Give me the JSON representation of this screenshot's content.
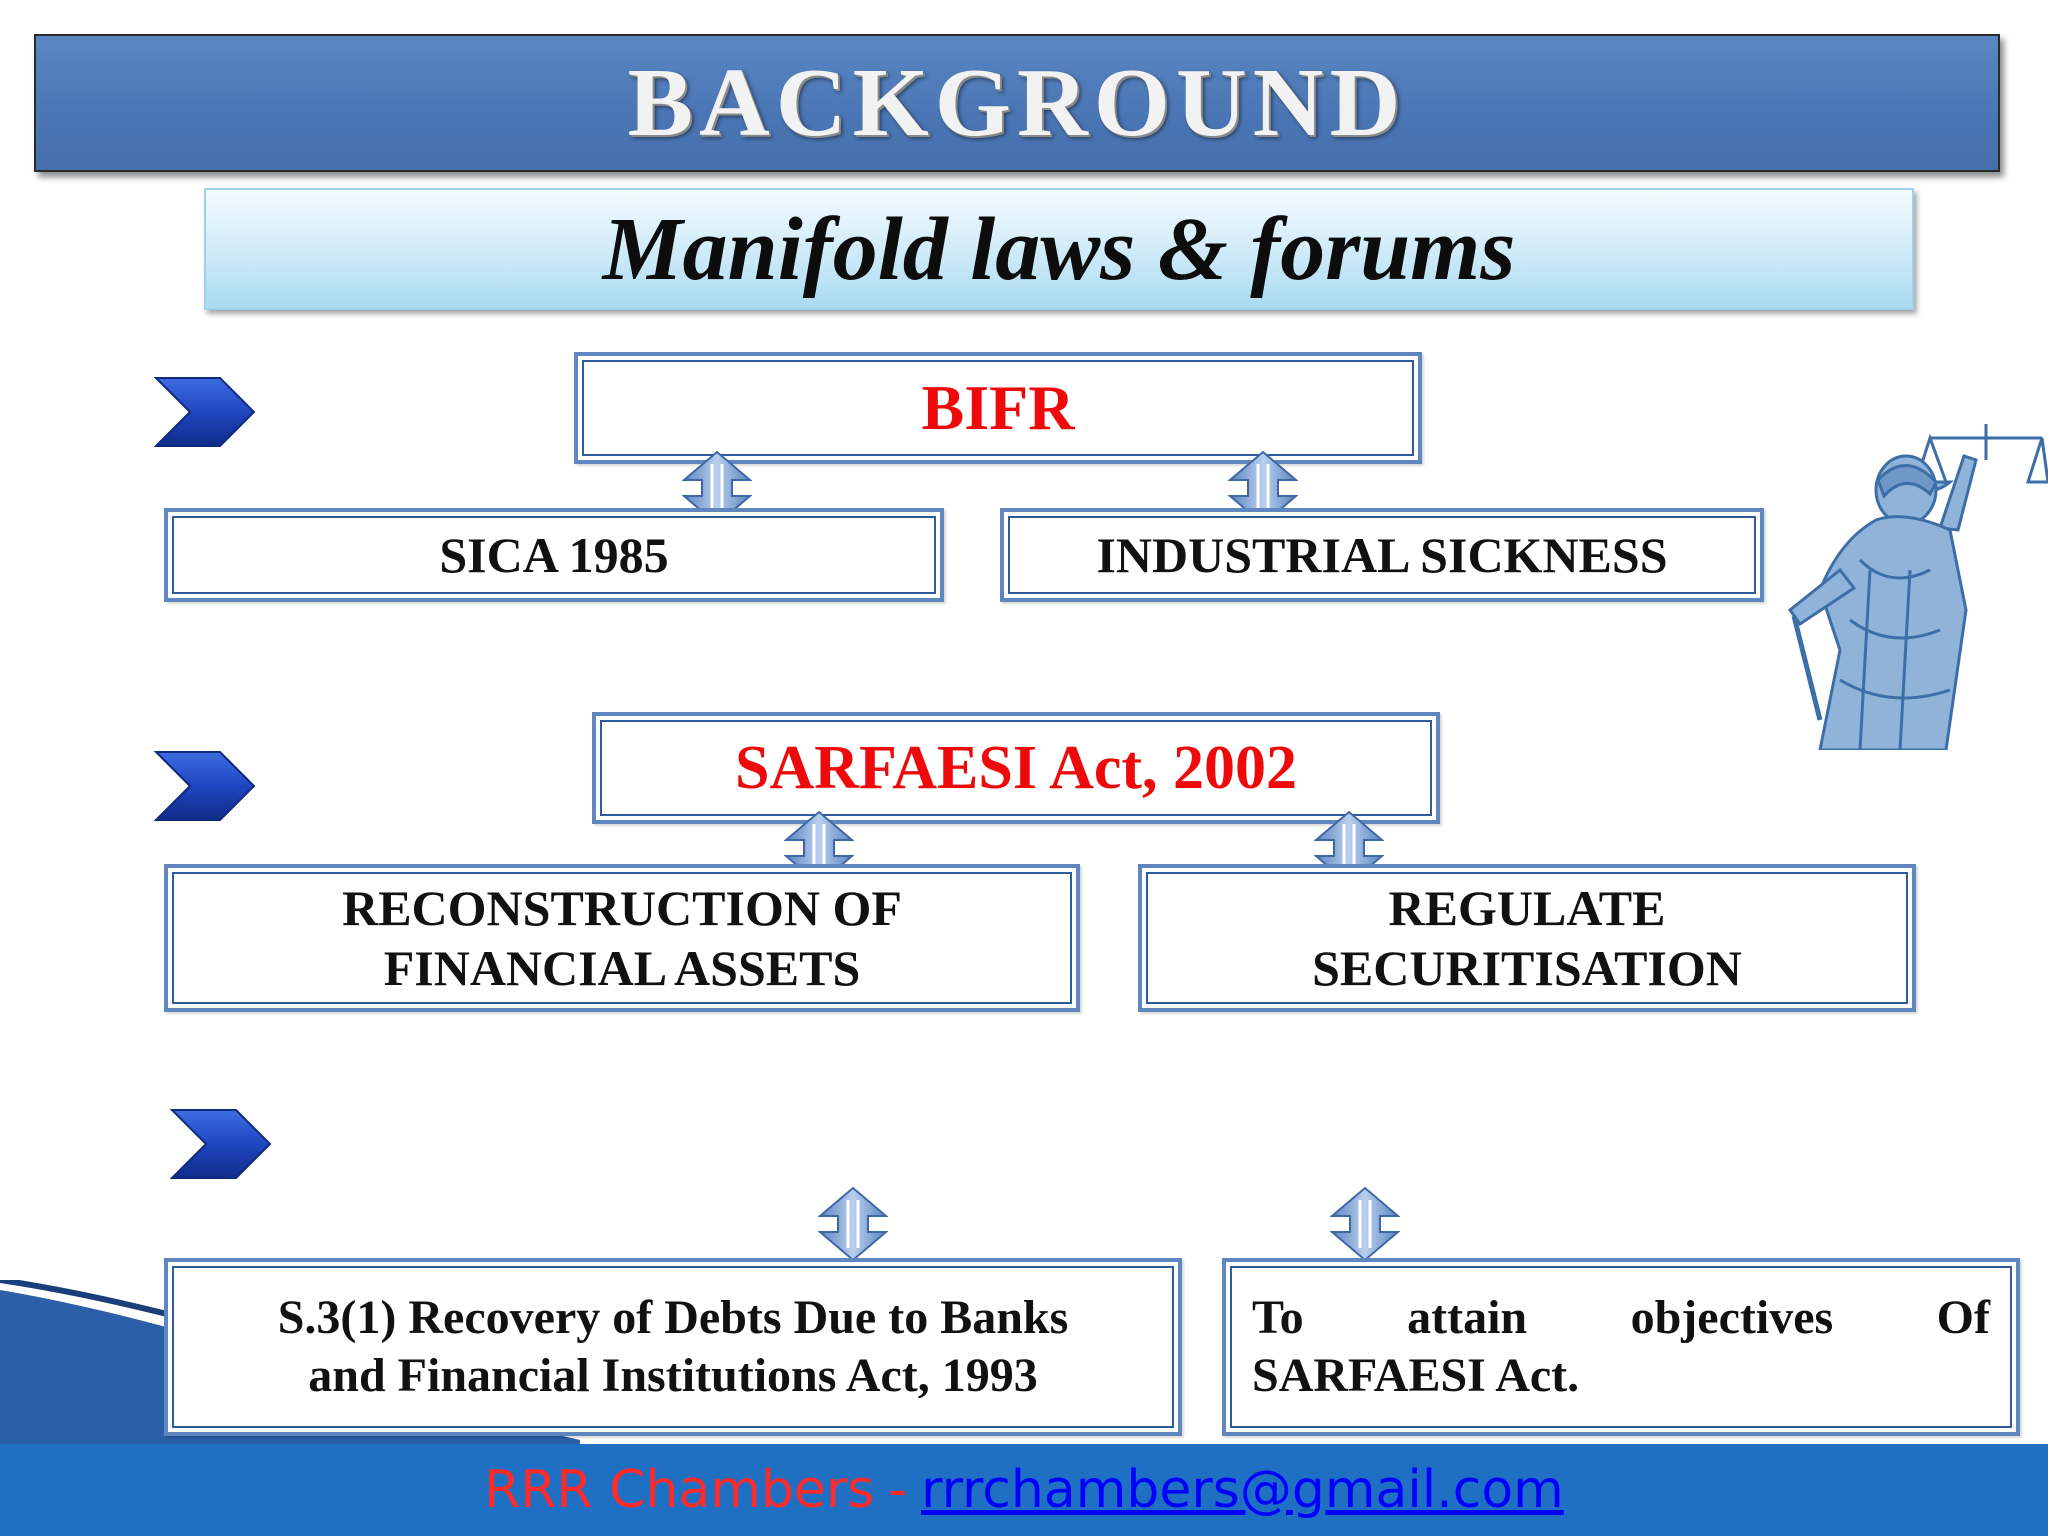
{
  "title": "BACKGROUND",
  "subtitle": "Manifold laws & forums",
  "groups": [
    {
      "heading": "BIFR",
      "left": "SICA 1985",
      "right": "INDUSTRIAL SICKNESS"
    },
    {
      "heading": "SARFAESI Act, 2002",
      "left_lines": [
        "RECONSTRUCTION OF",
        "FINANCIAL ASSETS"
      ],
      "right_lines": [
        "REGULATE",
        "SECURITISATION"
      ]
    },
    {
      "left_lines": [
        "S.3(1) Recovery of Debts Due to Banks",
        "and Financial Institutions Act, 1993"
      ],
      "right_lines": [
        "To attain objectives Of",
        "SARFAESI Act."
      ]
    }
  ],
  "footer": {
    "firm": "RRR Chambers",
    "separator": "-",
    "email": "rrrchambers@gmail.com"
  },
  "colors": {
    "banner": "#4a76b5",
    "box_border": "#5f86bf",
    "heading_red": "#ee0a0a",
    "footer_bg": "#1f6fc2",
    "bullet_blue": "#1a44b8"
  }
}
